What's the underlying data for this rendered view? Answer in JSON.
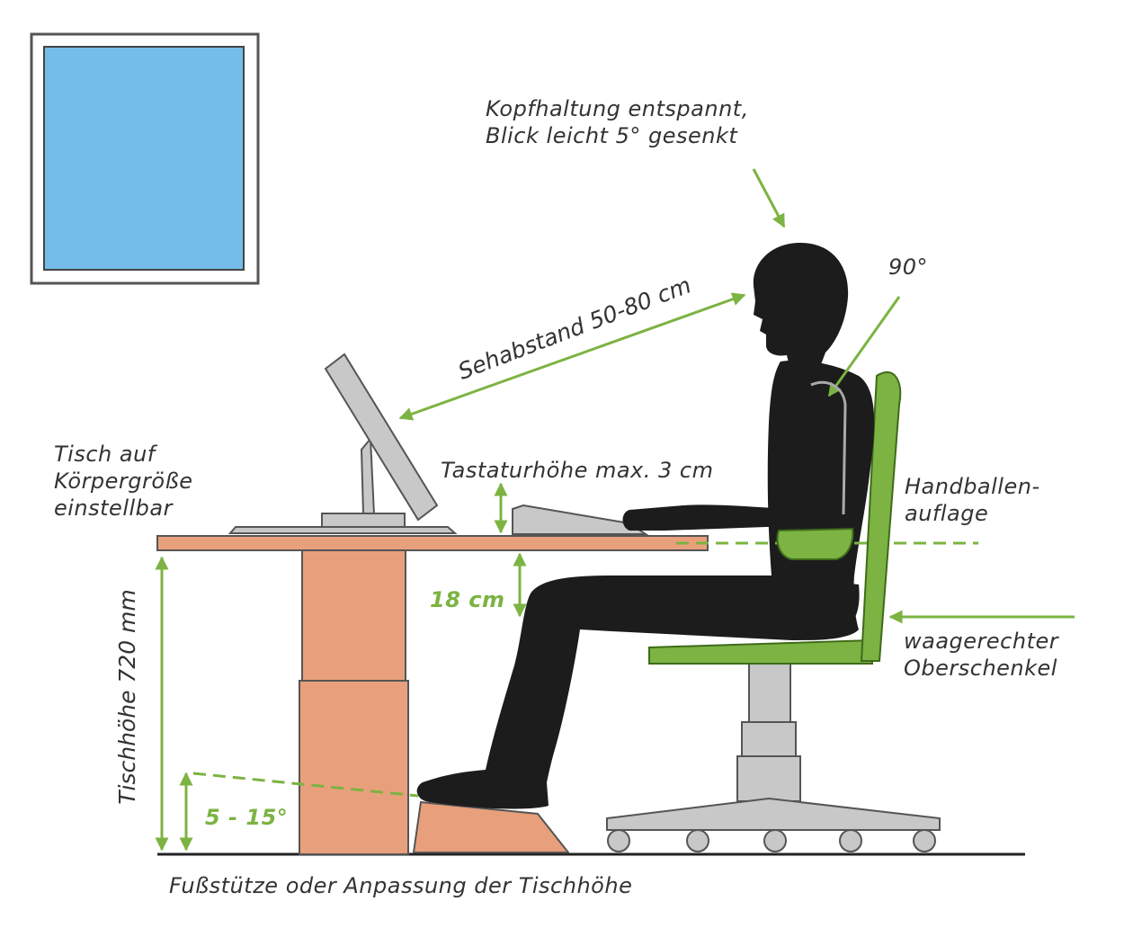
{
  "labels": {
    "head": [
      "Kopfhaltung entspannt,",
      "Blick leicht 5° gesenkt"
    ],
    "angle_90": "90°",
    "viewing_distance": "Sehabstand 50-80 cm",
    "table_adjustable": [
      "Tisch auf",
      "Körpergröße",
      "einstellbar"
    ],
    "keyboard_height": "Tastaturhöhe max. 3 cm",
    "wrist_rest": [
      "Handballen-",
      "auflage"
    ],
    "knee_clearance": "18 cm",
    "table_height": "Tischhöhe 720 mm",
    "thigh": [
      "waagerechter",
      "Oberschenkel"
    ],
    "footrest_angle": "5 - 15°",
    "footrest": "Fußstütze oder Anpassung der Tischhöhe"
  },
  "colors": {
    "accent_green": "#7cb342",
    "silhouette": "#1c1c1c",
    "desk_wood": "#e8a07c",
    "metal_gray": "#c8c8c8",
    "window_blue": "#73bde8",
    "text": "#333333"
  }
}
